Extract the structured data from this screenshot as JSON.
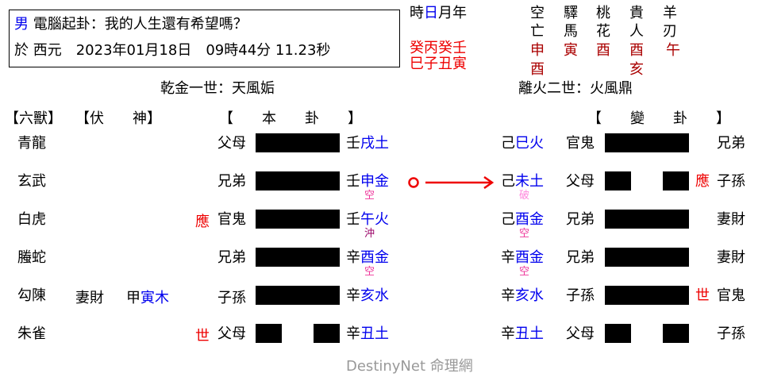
{
  "header": {
    "gender": "男",
    "title": "電腦起卦：我的人生還有希望嗎？",
    "date_line": "於 西元　2023年01月18日　09時44分 11.23秒"
  },
  "pillars": {
    "labels": [
      "時",
      "日",
      "月",
      "年"
    ],
    "stems": "癸丙癸壬",
    "branches": "巳子丑寅"
  },
  "shensha": {
    "columns": [
      {
        "top": "空",
        "bottom": "亡",
        "values": [
          "申",
          "酉"
        ]
      },
      {
        "top": "驛",
        "bottom": "馬",
        "values": [
          "寅"
        ]
      },
      {
        "top": "桃",
        "bottom": "花",
        "values": [
          "酉"
        ]
      },
      {
        "top": "貴",
        "bottom": "人",
        "values": [
          "酉",
          "亥"
        ]
      },
      {
        "top": "羊",
        "bottom": "刃",
        "values": [
          "午"
        ]
      }
    ]
  },
  "ben_gua": {
    "title": "乾金一世：天風姤",
    "headers": {
      "six_beasts": "【六獸】",
      "fu_shen": "【伏　　神】",
      "ben": "【　　本　　卦　　】"
    },
    "lines": [
      {
        "beast": "青龍",
        "fushen_rel": "",
        "fushen_stem": "",
        "fushen_branch": "",
        "mark": "",
        "relation": "父母",
        "yang": true,
        "stem": "壬",
        "branch": "戌土",
        "note": ""
      },
      {
        "beast": "玄武",
        "fushen_rel": "",
        "fushen_stem": "",
        "fushen_branch": "",
        "mark": "",
        "relation": "兄弟",
        "yang": true,
        "stem": "壬",
        "branch": "申金",
        "note": "空",
        "moving": true
      },
      {
        "beast": "白虎",
        "fushen_rel": "",
        "fushen_stem": "",
        "fushen_branch": "",
        "mark": "應",
        "relation": "官鬼",
        "yang": true,
        "stem": "壬",
        "branch": "午火",
        "note": "沖"
      },
      {
        "beast": "螣蛇",
        "fushen_rel": "",
        "fushen_stem": "",
        "fushen_branch": "",
        "mark": "",
        "relation": "兄弟",
        "yang": true,
        "stem": "辛",
        "branch": "酉金",
        "note": "空"
      },
      {
        "beast": "勾陳",
        "fushen_rel": "妻財",
        "fushen_stem": "甲",
        "fushen_branch": "寅木",
        "mark": "",
        "relation": "子孫",
        "yang": true,
        "stem": "辛",
        "branch": "亥水",
        "note": ""
      },
      {
        "beast": "朱雀",
        "fushen_rel": "",
        "fushen_stem": "",
        "fushen_branch": "",
        "mark": "世",
        "relation": "父母",
        "yang": false,
        "stem": "辛",
        "branch": "丑土",
        "note": ""
      }
    ],
    "moving_symbol": "O"
  },
  "bian_gua": {
    "title": "離火二世：火風鼎",
    "header": "【　　變　　卦　　】",
    "lines": [
      {
        "stem": "己",
        "branch": "巳火",
        "note": "",
        "relation": "官鬼",
        "yang": true,
        "mark": "",
        "right_rel": "兄弟"
      },
      {
        "stem": "己",
        "branch": "未土",
        "note": "破",
        "relation": "父母",
        "yang": false,
        "mark": "應",
        "right_rel": "子孫"
      },
      {
        "stem": "己",
        "branch": "酉金",
        "note": "空",
        "relation": "兄弟",
        "yang": true,
        "mark": "",
        "right_rel": "妻財"
      },
      {
        "stem": "辛",
        "branch": "酉金",
        "note": "空",
        "relation": "兄弟",
        "yang": true,
        "mark": "",
        "right_rel": "妻財"
      },
      {
        "stem": "辛",
        "branch": "亥水",
        "note": "",
        "relation": "子孫",
        "yang": true,
        "mark": "世",
        "right_rel": "官鬼"
      },
      {
        "stem": "辛",
        "branch": "丑土",
        "note": "",
        "relation": "父母",
        "yang": false,
        "mark": "",
        "right_rel": "子孫"
      }
    ]
  },
  "footer": {
    "brand": "DestinyNet 命理網"
  },
  "colors": {
    "branch": "#0000ee",
    "mark": "#ee0000",
    "shensha": "#aa0000",
    "kong": "#ee3399",
    "po": "#ff88dd",
    "chong": "#990066"
  }
}
